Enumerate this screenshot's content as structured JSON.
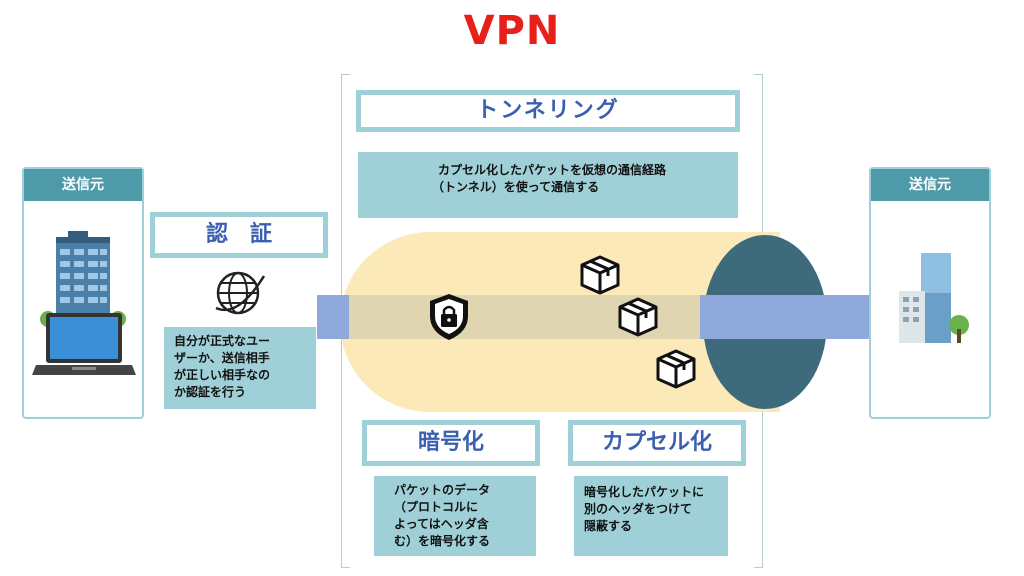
{
  "title": "VPN",
  "left_panel": {
    "header": "送信元"
  },
  "right_panel": {
    "header": "送信元"
  },
  "auth": {
    "label": "認　証",
    "desc_lines": [
      "自分が正式なユー",
      "ザーか、送信相手",
      "が正しい相手なの",
      "か認証を行う"
    ]
  },
  "tunneling": {
    "label": "トンネリング",
    "desc_lines": [
      "カプセル化したパケットを仮想の通信経路",
      "（トンネル）を使って通信する"
    ]
  },
  "encryption": {
    "label": "暗号化",
    "desc_lines": [
      "パケットのデータ",
      "（プロトコルに",
      "よってはヘッダ含",
      "む）を暗号化する"
    ]
  },
  "encapsulation": {
    "label": "カプセル化",
    "desc_lines": [
      "暗号化したパケットに",
      "別のヘッダをつけて",
      "隠蔽する"
    ]
  },
  "icons": {
    "building_left": "office-building-icon",
    "laptop": "laptop-icon",
    "globe": "globe-icon",
    "lock": "shield-lock-icon",
    "packet": "package-icon",
    "building_right": "office-building-icon"
  },
  "colors": {
    "title": "#e8201a",
    "accent_teal": "#4e9aa8",
    "light_teal": "#9fd0d8",
    "label_blue": "#3a5fb0",
    "tube": "#fbe9b7",
    "band": "#8fa9dc",
    "tube_end": "#3d6b7c"
  }
}
